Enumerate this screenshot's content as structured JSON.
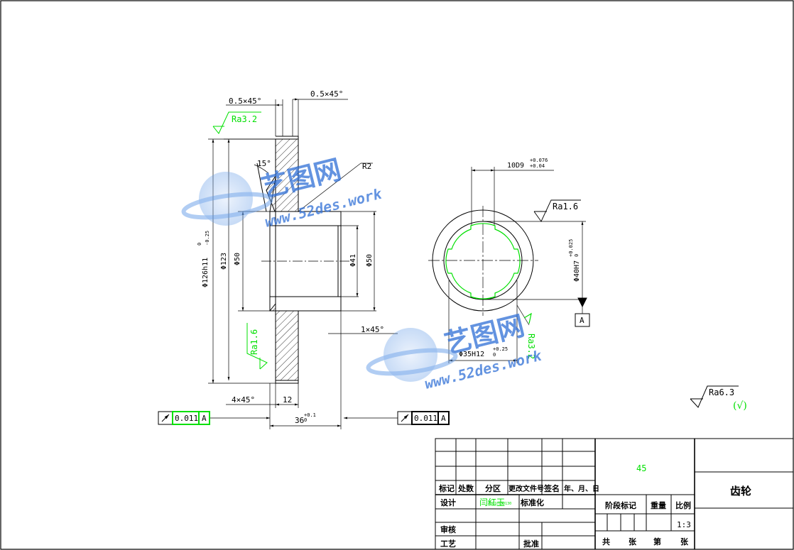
{
  "colors": {
    "line": "#000000",
    "annotation": "#00e000",
    "watermark": "#2f6fd6",
    "background": "#ffffff"
  },
  "left_view": {
    "chamfer_top_left": "0.5×45°",
    "chamfer_top_right": "0.5×45°",
    "roughness_top": "Ra3.2",
    "angle": "15°",
    "radius": "R2",
    "dia_126": "Φ126h11",
    "dia_126_tol_upper": "0",
    "dia_126_tol_lower": "-0.25",
    "dia_123": "Φ123",
    "dia_50_left": "Φ50",
    "dia_41": "Φ41",
    "dia_50_right": "Φ50",
    "roughness_face": "Ra1.6",
    "chamfer_bottom": "1×45°",
    "chamfer_4": "4×45°",
    "dim_12": "12",
    "dim_36": "36",
    "dim_36_tol_upper": "+0.1",
    "dim_36_tol_lower": "0",
    "runout_left_value": "0.011",
    "runout_left_datum": "A",
    "runout_right_value": "0.011",
    "runout_right_datum": "A"
  },
  "right_view": {
    "keyway": "10D9",
    "keyway_tol_upper": "+0.076",
    "keyway_tol_lower": "+0.04",
    "roughness_top": "Ra1.6",
    "bore": "Φ40H7",
    "bore_tol_upper": "+0.025",
    "bore_tol_lower": "0",
    "datum": "A",
    "spline_dia": "Φ35H12",
    "spline_tol_upper": "+0.25",
    "spline_tol_lower": "0",
    "roughness_side": "Ra3.2"
  },
  "general_roughness": {
    "value": "Ra6.3",
    "other": "(√)"
  },
  "watermarks": [
    {
      "cn": "艺图网",
      "url": "www.52des.work"
    },
    {
      "cn": "艺图网",
      "url": "www.52des.work"
    }
  ],
  "title_block": {
    "header": [
      "标记",
      "处数",
      "分区",
      "更改文件号",
      "签名",
      "年、月、日"
    ],
    "design_label": "设计",
    "designer": "闫红玉",
    "designer_id": "20010130130",
    "standardize_label": "标准化",
    "review_label": "审核",
    "process_label": "工艺",
    "approve_label": "批准",
    "material": "45",
    "stage_mark_label": "阶段标记",
    "weight_label": "重量",
    "scale_label": "比例",
    "scale_value": "1:3",
    "part_name": "齿轮",
    "sheets_total_label": "共",
    "sheets_unit_label": "张",
    "sheet_no_label": "第",
    "sheet_unit2_label": "张"
  }
}
